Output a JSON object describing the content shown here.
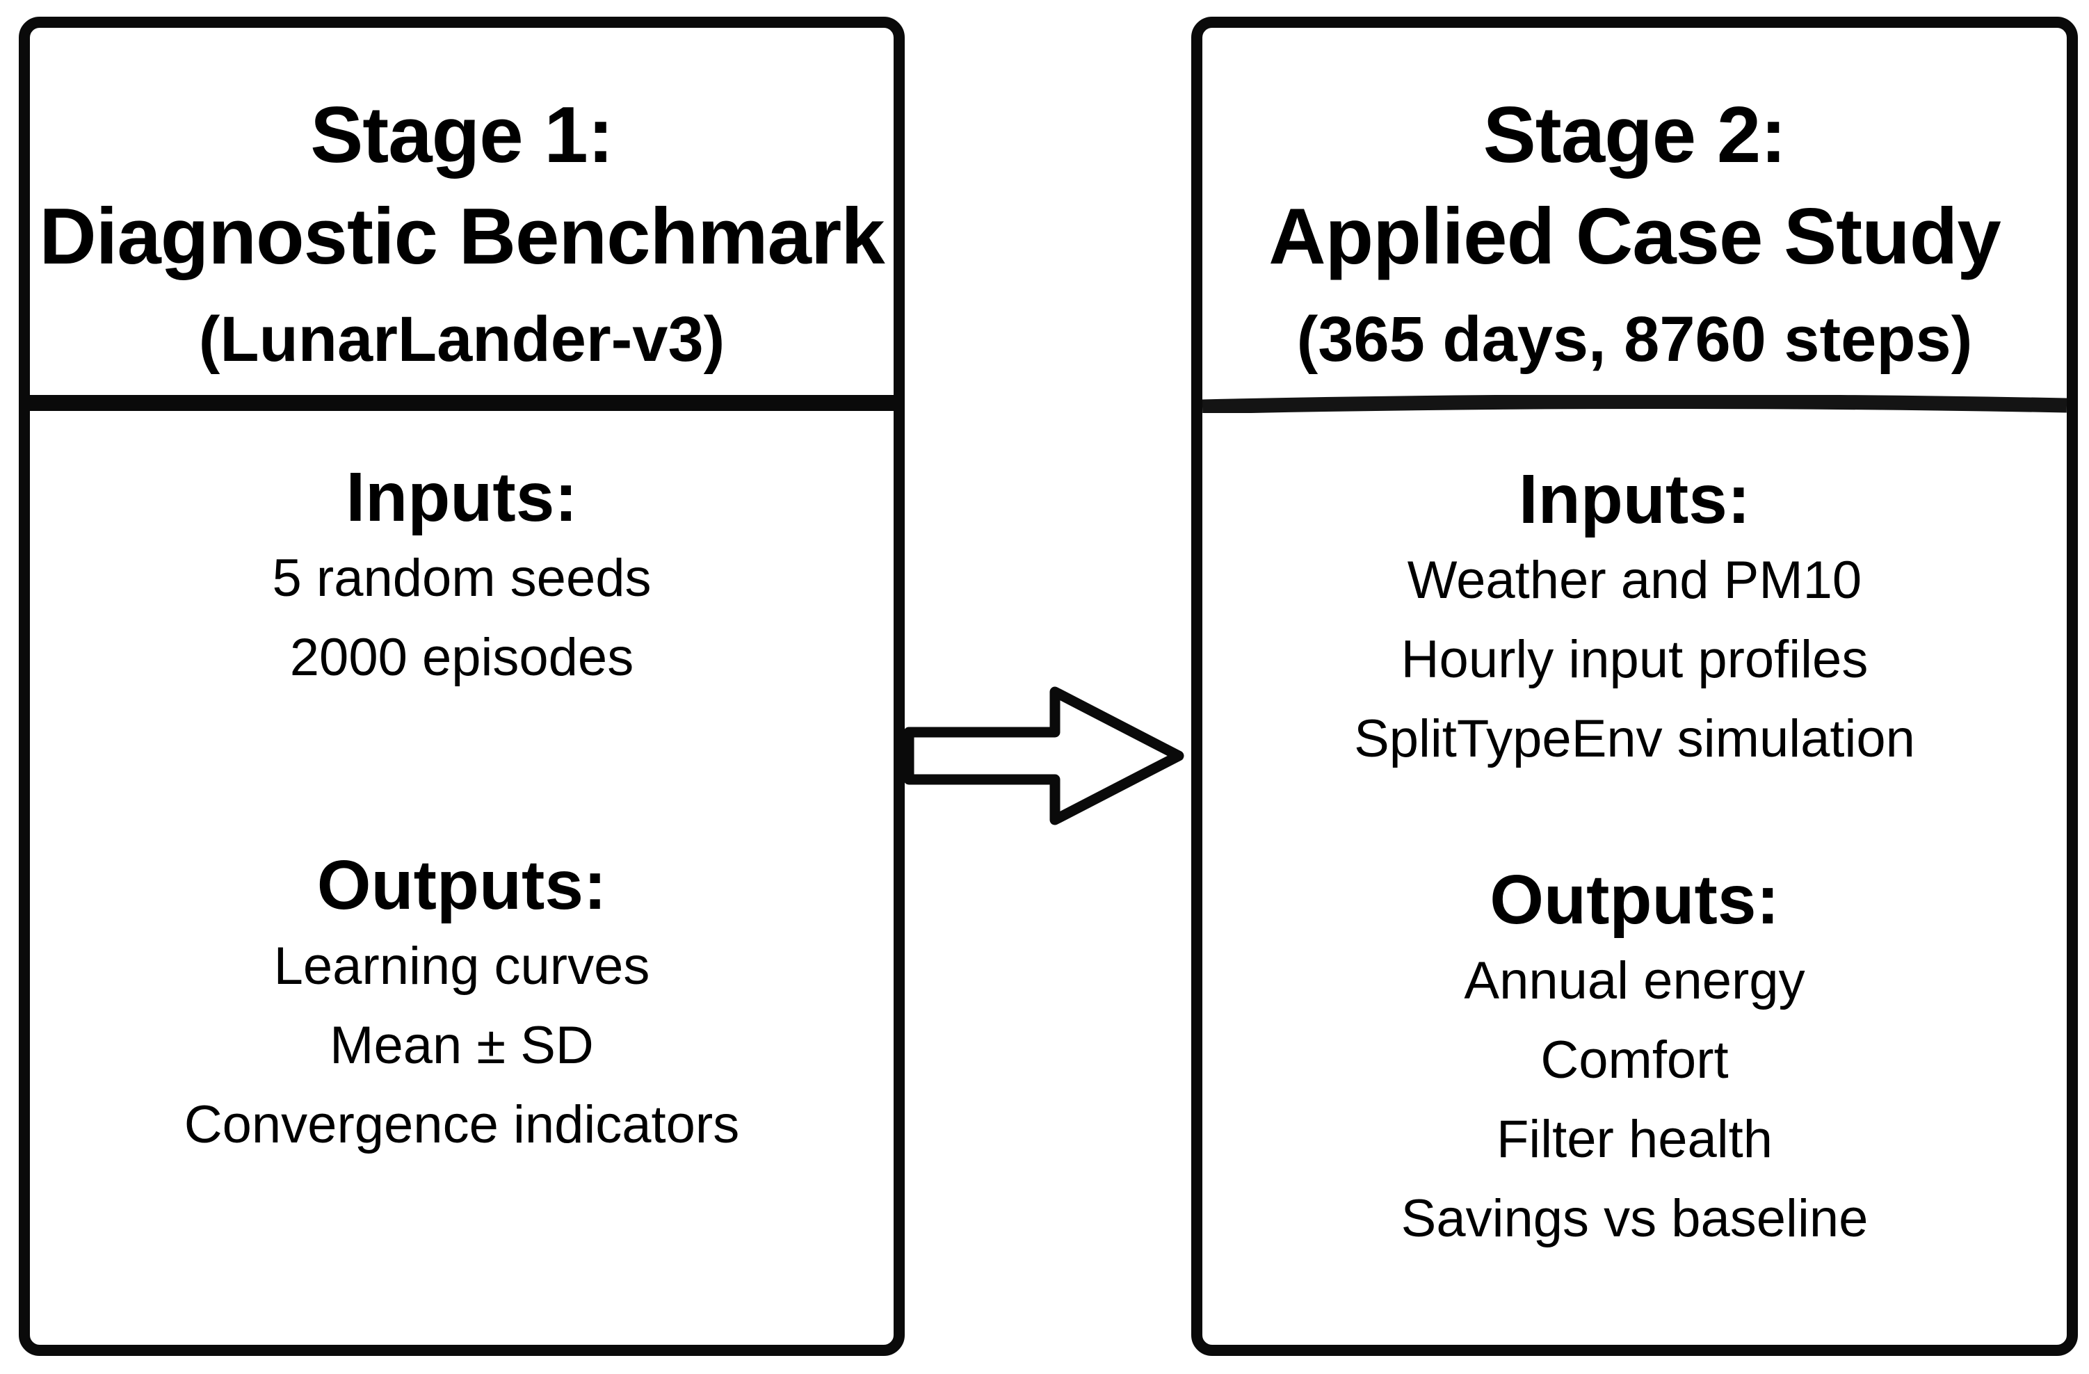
{
  "figure": {
    "stage1": {
      "title_line1": "Stage 1:",
      "title_line2": "Diagnostic Benchmark",
      "subtitle": "(LunarLander-v3)",
      "inputs_heading": "Inputs:",
      "inputs": [
        "5 random seeds",
        "2000 episodes"
      ],
      "outputs_heading": "Outputs:",
      "outputs": [
        "Learning curves",
        "Mean ± SD",
        "Convergence indicators"
      ]
    },
    "stage2": {
      "title_line1": "Stage 2:",
      "title_line2": "Applied Case Study",
      "subtitle": "(365 days, 8760 steps)",
      "inputs_heading": "Inputs:",
      "inputs": [
        "Weather and PM10",
        "Hourly input profiles",
        "SplitTypeEnv simulation"
      ],
      "outputs_heading": "Outputs:",
      "outputs": [
        "Annual energy",
        "Comfort",
        "Filter health",
        "Savings vs baseline"
      ]
    },
    "arrow": {
      "icon": "right-block-arrow",
      "direction": "right"
    },
    "colors": {
      "ink": "#000000",
      "paper": "#ffffff"
    }
  }
}
